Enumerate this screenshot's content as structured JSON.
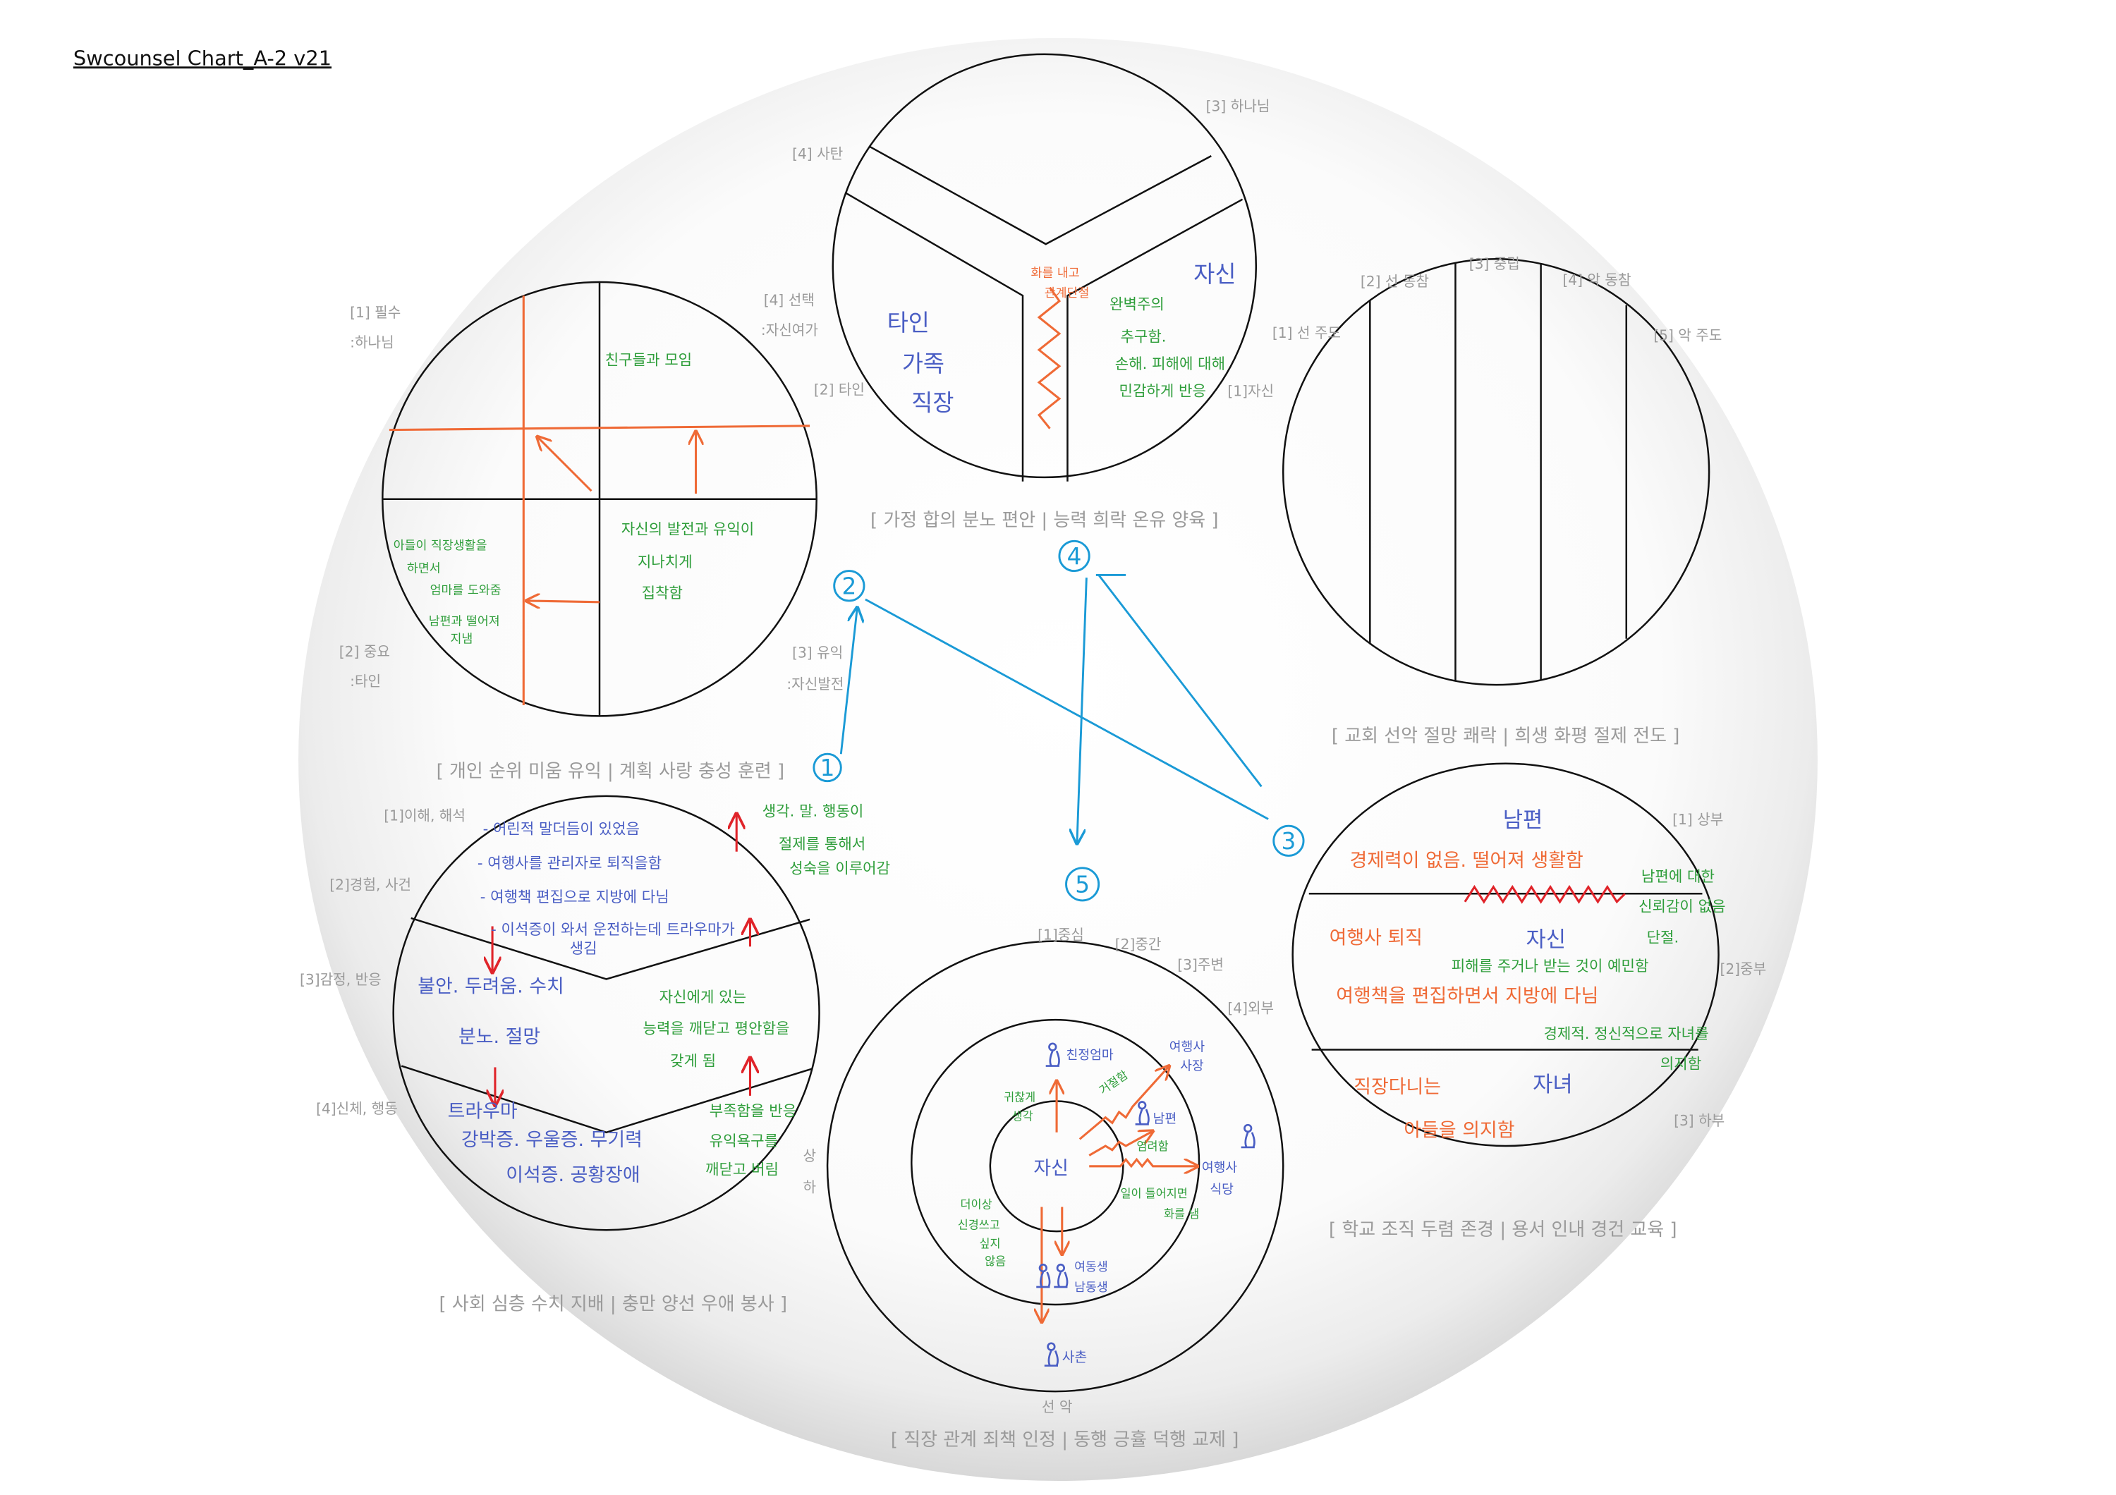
{
  "title": "Swcounsel Chart_A-2 v21",
  "colors": {
    "blue": "#4a5ec4",
    "green": "#2f9e3b",
    "orange": "#ef6a36",
    "red": "#e0242a",
    "cyan": "#1a9ad6",
    "label": "#9a9a9a"
  },
  "personal": {
    "labels": [
      "[1] 필수",
      ":하나님",
      "[2] 중요",
      ":타인",
      "[4] 선택",
      ":자신여가",
      "[3] 유익",
      ":자신발전"
    ],
    "notes": [
      "친구들과 모임",
      "자신의 발전과 유익이",
      "지나치게",
      "집착함",
      "아들이 직장생활을",
      "하면서",
      "엄마를 도와줌",
      "남편과 떨어져",
      "지냄"
    ],
    "caption": "[ 개인 순위 미움 유익 | 계획 사랑 충성 훈련 ]"
  },
  "family": {
    "labels": [
      "[3] 하나님",
      "[4] 사탄",
      "[2] 타인",
      "[1]자신"
    ],
    "blue": [
      "자신",
      "타인",
      "가족",
      "직장"
    ],
    "orange": [
      "화를 내고",
      "관계단절"
    ],
    "green": [
      "완벽주의",
      "추구함.",
      "손해. 피해에 대해",
      "민감하게 반응"
    ],
    "caption": "[ 가정 합의 분노 편안 | 능력 희락 온유 양육 ]"
  },
  "church": {
    "labels": [
      "[1] 선 주도",
      "[2] 선 동참",
      "[3] 중립",
      "[4] 악 동참",
      "[5] 악 주도"
    ],
    "caption": "[ 교회 선악 절망 쾌락 | 희생 화평 절제 전도 ]"
  },
  "society": {
    "labels": [
      "[1]이해, 해석",
      "[2]경험, 사건",
      "[3]감정, 반응",
      "[4]신체, 행동",
      "상",
      "하"
    ],
    "blue": [
      "- 어린적 말더듬이 있었음",
      "- 여행사를 관리자로 퇴직을함",
      "- 여행책 편집으로 지방에 다님",
      "- 이석증이 와서 운전하는데 트라우마가",
      "생김",
      "불안. 두려움. 수치",
      "분노. 절망",
      "트라우마",
      "강박증. 우울증. 무기력",
      "이석증. 공황장애"
    ],
    "green": [
      "생각. 말. 행동이",
      "절제를 통해서",
      "성숙을 이루어감",
      "자신에게 있는",
      "능력을 깨닫고 평안함을",
      "갖게 됨",
      "부족함을 반응",
      "유익욕구를",
      "깨닫고 버림"
    ],
    "caption": "[ 사회 심층 수치 지배 | 충만 양선 우애 봉사 ]"
  },
  "school": {
    "labels": [
      "[1] 상부",
      "[2]중부",
      "[3] 하부"
    ],
    "blue": [
      "남편",
      "자신",
      "자녀"
    ],
    "orange": [
      "경제력이 없음. 떨어져 생활함",
      "여행사 퇴직",
      "여행책을 편집하면서 지방에 다님",
      "직장다니는",
      "아들을 의지함"
    ],
    "green": [
      "남편에 대한",
      "신뢰감이 없음",
      "단절.",
      "피해를 주거나 받는 것이 예민함",
      "경제적. 정신적으로 자녀를",
      "의지함"
    ],
    "caption": "[ 학교 조직 두렴 존경 | 용서 인내 경건 교육 ]"
  },
  "work": {
    "labels": [
      "[1]중심",
      "[2]중간",
      "[3]주변",
      "[4]외부",
      "선  악"
    ],
    "blue": [
      "자신",
      "친정엄마",
      "여행사",
      "사장",
      "남편",
      "여행사",
      "식당",
      "여동생",
      "남동생",
      "사촌"
    ],
    "green": [
      "귀찮게",
      "생각",
      "거절함",
      "염려함",
      "일이 틀어지면",
      "화를 냄",
      "더이상",
      "신경쓰고",
      "싶지",
      "않음"
    ],
    "caption": "[ 직장 관계 죄책 인정 | 동행 긍휼 덕행 교제 ]"
  },
  "sequence": [
    "1",
    "2",
    "3",
    "4",
    "5"
  ]
}
